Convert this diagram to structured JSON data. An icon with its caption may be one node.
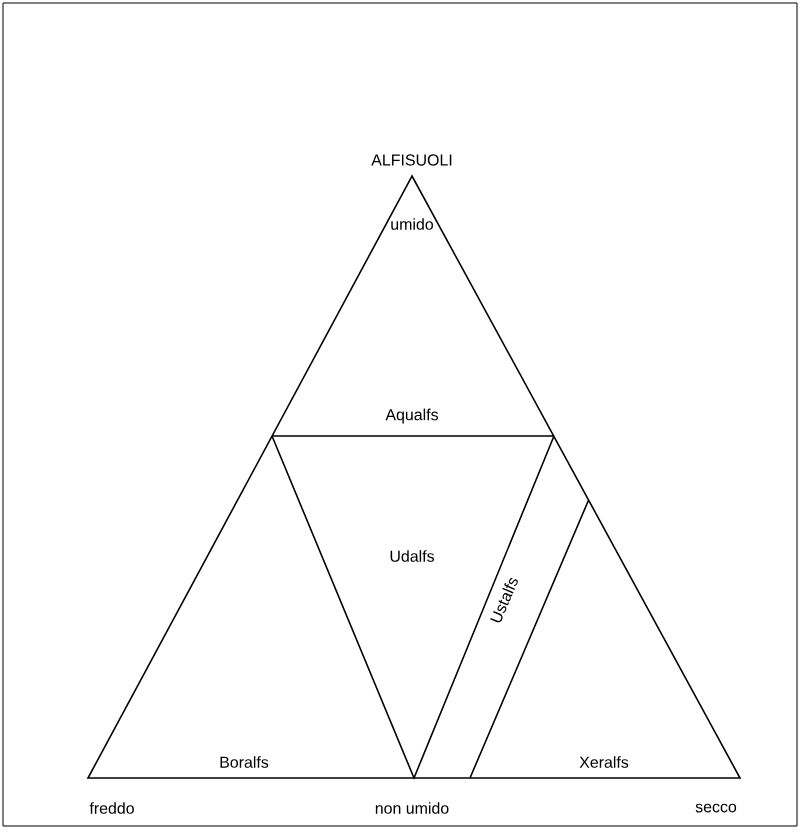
{
  "diagram": {
    "title": "ALFISUOLI",
    "labels": [
      "umido",
      "Aqualfs",
      "Udalfs",
      "Ustalfs",
      "Boralfs",
      "Xeralfs",
      "freddo",
      "non umido",
      "secco"
    ]
  }
}
